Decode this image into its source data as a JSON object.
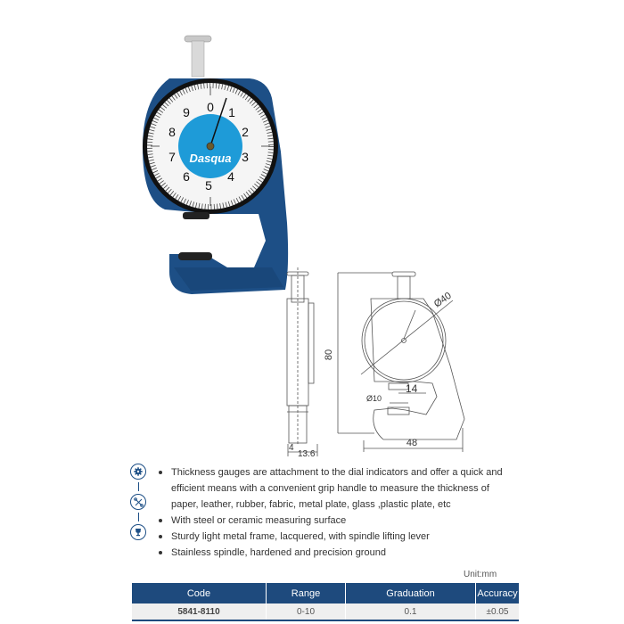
{
  "product": {
    "brand": "Dasqua",
    "dial": {
      "numbers": [
        "0",
        "1",
        "2",
        "3",
        "4",
        "5",
        "6",
        "7",
        "8",
        "9"
      ],
      "face_color": "#1e9bd8",
      "body_color": "#1d4f86"
    }
  },
  "drawing": {
    "dimensions": {
      "height": "80",
      "dial_diameter": "Ø40",
      "anvil_diameter": "Ø10",
      "throat_depth": "14",
      "width": "48",
      "side_thickness_a": "4",
      "side_thickness_b": "13.6"
    }
  },
  "features": {
    "icons": [
      "gear-icon",
      "tools-icon",
      "trophy-icon"
    ],
    "bullets": [
      "Thickness gauges are attachment to the dial indicators and offer a quick and efficient means with a convenient grip handle to measure the thickness of paper, leather, rubber, fabric, metal plate, glass ,plastic plate, etc",
      "With steel or ceramic measuring surface",
      "Sturdy light metal frame, lacquered, with spindle lifting lever",
      "Stainless spindle, hardened and precision ground"
    ]
  },
  "spec_table": {
    "unit_label": "Unit:mm",
    "headers": [
      "Code",
      "Range",
      "Graduation",
      "Accuracy"
    ],
    "rows": [
      [
        "5841-8110",
        "0-10",
        "0.1",
        "±0.05"
      ]
    ],
    "header_color": "#1e4a7d"
  }
}
